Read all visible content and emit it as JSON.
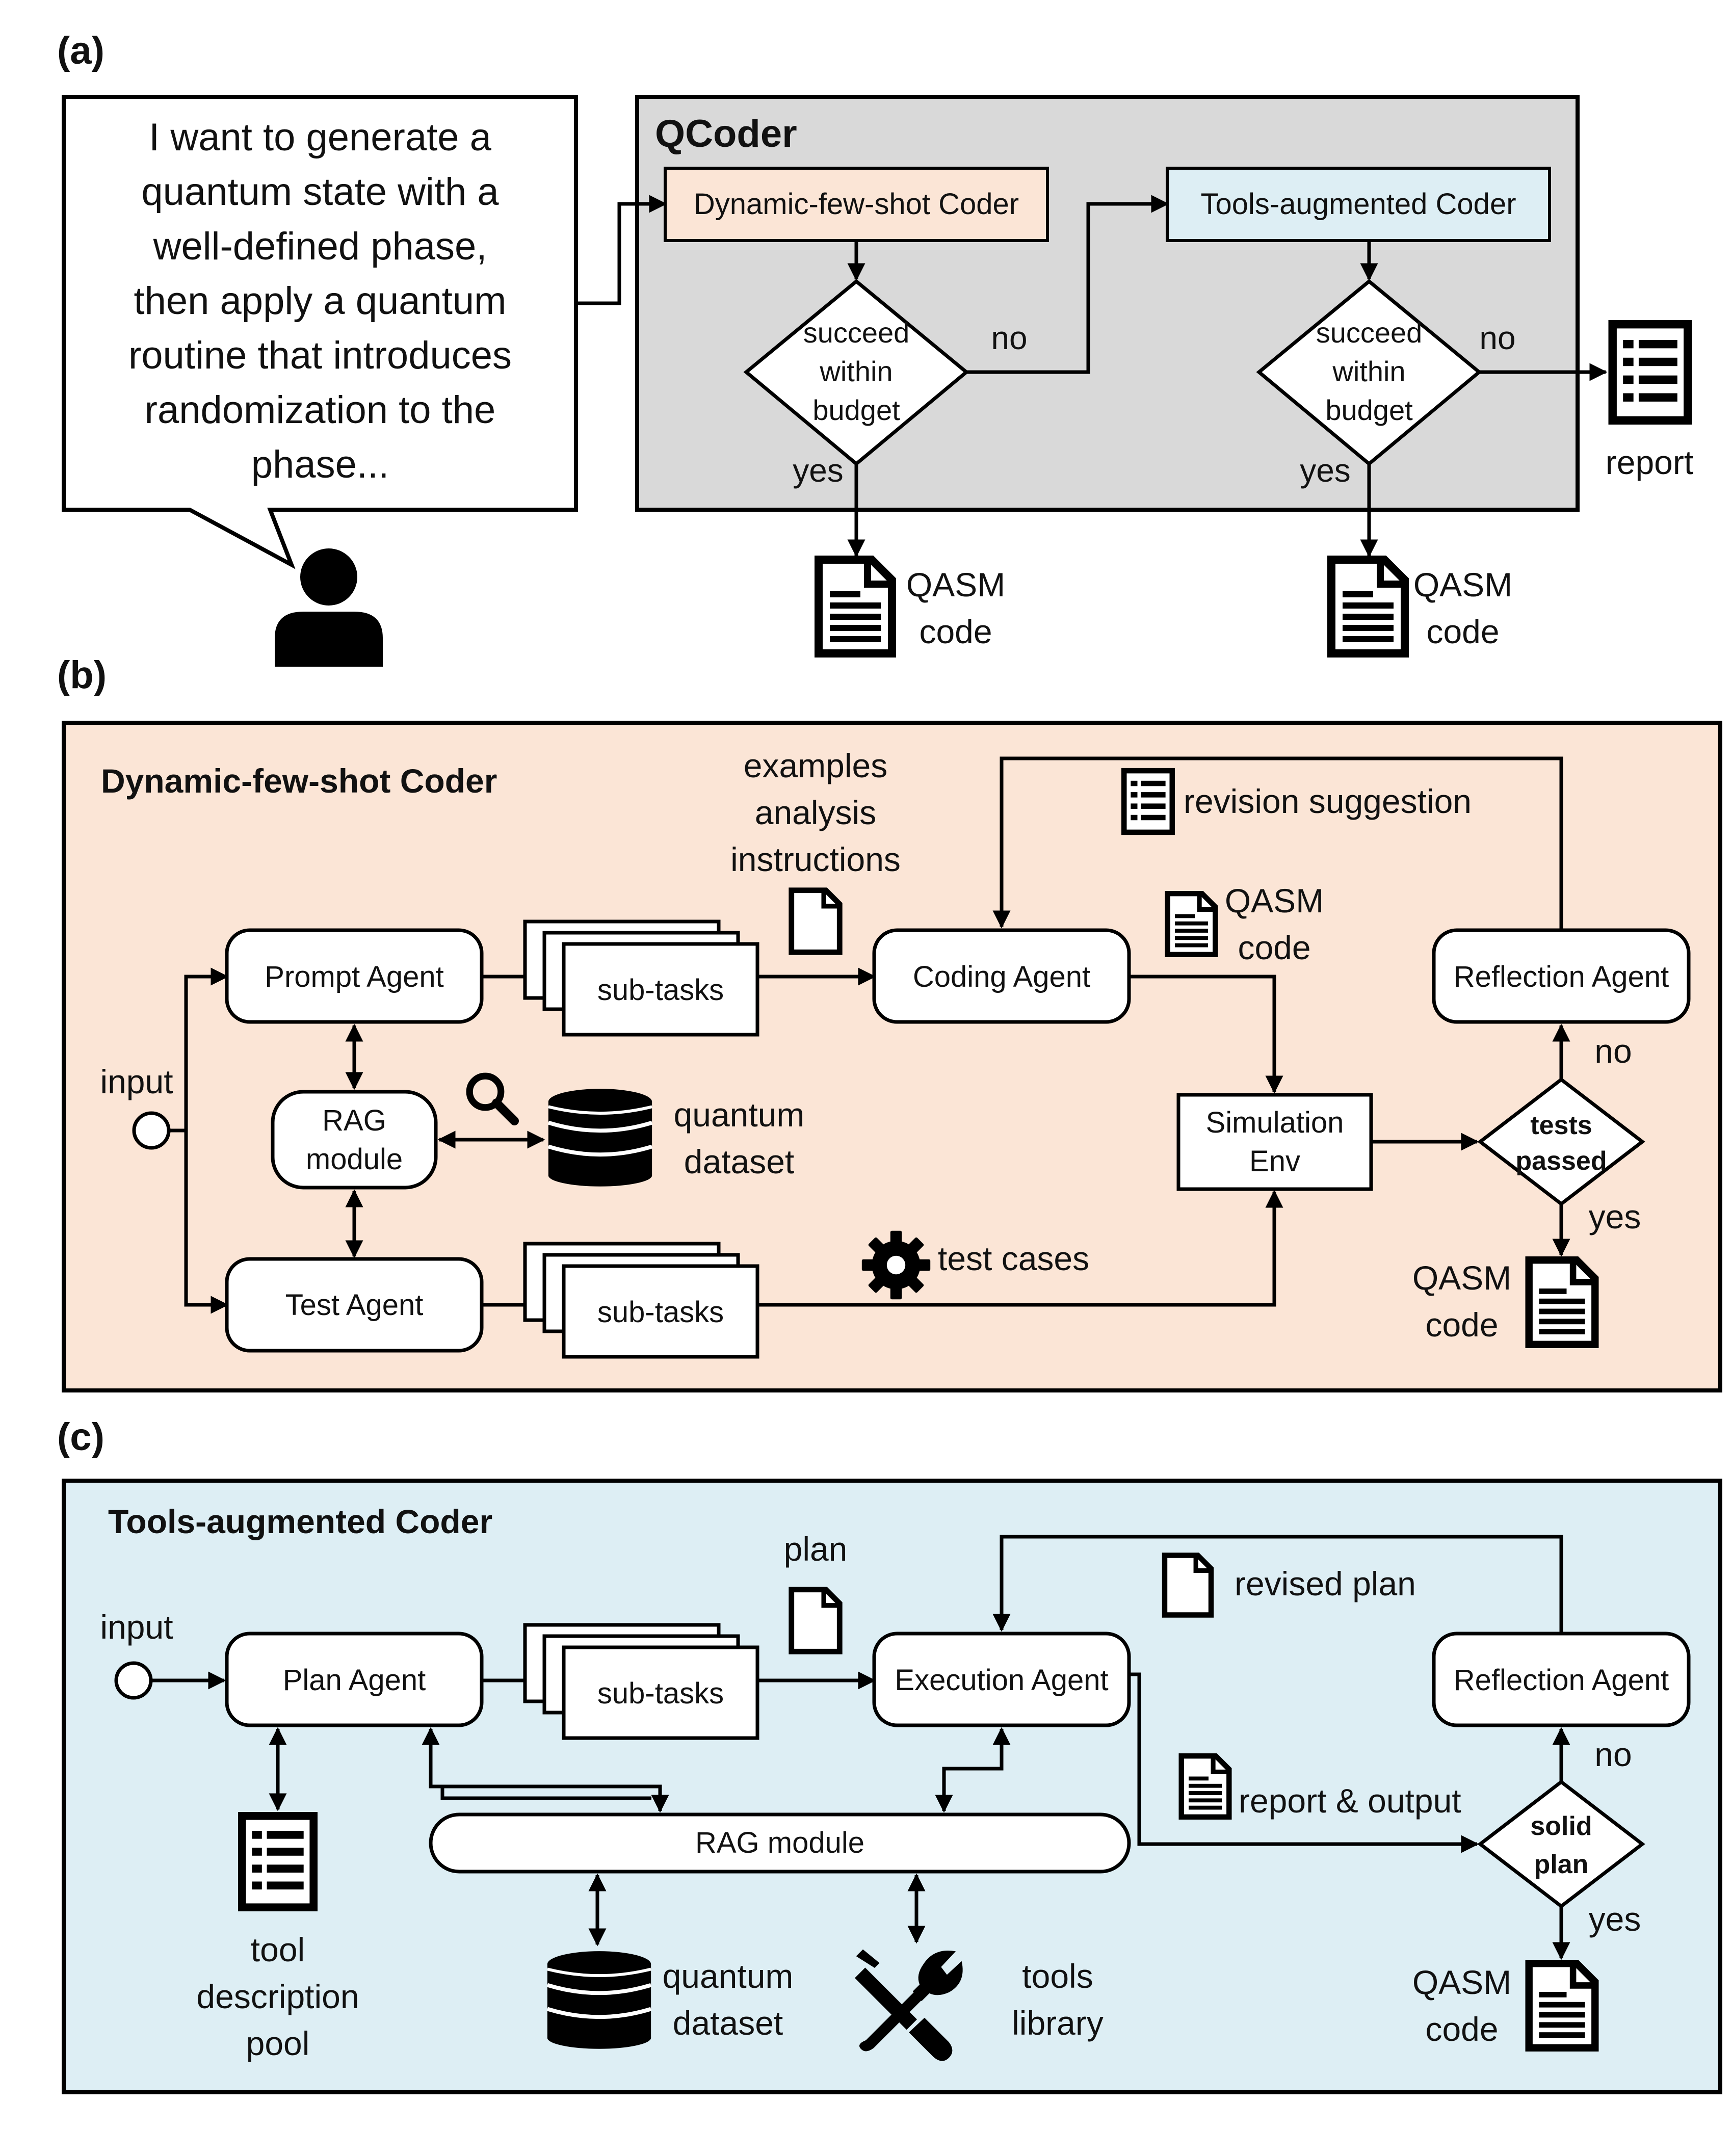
{
  "panel_a": {
    "label": "(a)",
    "speech_lines": [
      "I want to generate a",
      "quantum state with a",
      "well-defined phase,",
      "then apply a quantum",
      "routine that introduces",
      "randomization to the",
      "phase..."
    ],
    "qcoder_title": "QCoder",
    "coder1": "Dynamic-few-shot Coder",
    "coder2": "Tools-augmented Coder",
    "decision": [
      "succeed",
      "within",
      "budget"
    ],
    "no": "no",
    "yes": "yes",
    "report": "report",
    "qasm": [
      "QASM",
      "code"
    ],
    "colors": {
      "gray_panel": "#d9d9d9",
      "coder1_fill": "#fbe5d6",
      "coder2_fill": "#ddeef4"
    }
  },
  "panel_b": {
    "label": "(b)",
    "title": "Dynamic-few-shot Coder",
    "input": "input",
    "prompt_agent": "Prompt Agent",
    "test_agent": "Test Agent",
    "rag": [
      "RAG",
      "module"
    ],
    "quantum_dataset": [
      "quantum",
      "dataset"
    ],
    "sub_tasks": "sub-tasks",
    "examples": [
      "examples",
      "analysis",
      "instructions"
    ],
    "coding_agent": "Coding Agent",
    "qasm": [
      "QASM",
      "code"
    ],
    "revision": "revision suggestion",
    "reflection_agent": "Reflection Agent",
    "simulation": [
      "Simulation",
      "Env"
    ],
    "tests": [
      "tests",
      "passed"
    ],
    "no": "no",
    "yes": "yes",
    "test_cases": "test cases",
    "colors": {
      "bg": "#fbe5d6"
    }
  },
  "panel_c": {
    "label": "(c)",
    "title": "Tools-augmented Coder",
    "input": "input",
    "plan_agent": "Plan Agent",
    "sub_tasks": "sub-tasks",
    "plan": "plan",
    "execution_agent": "Execution Agent",
    "revised_plan": "revised plan",
    "reflection_agent": "Reflection Agent",
    "report_output": "report & output",
    "solid_plan": [
      "solid",
      "plan"
    ],
    "no": "no",
    "yes": "yes",
    "qasm": [
      "QASM",
      "code"
    ],
    "rag_module": "RAG module",
    "tool_pool": [
      "tool",
      "description",
      "pool"
    ],
    "quantum_dataset": [
      "quantum",
      "dataset"
    ],
    "tools_library": [
      "tools",
      "library"
    ],
    "colors": {
      "bg": "#ddeef4"
    }
  }
}
